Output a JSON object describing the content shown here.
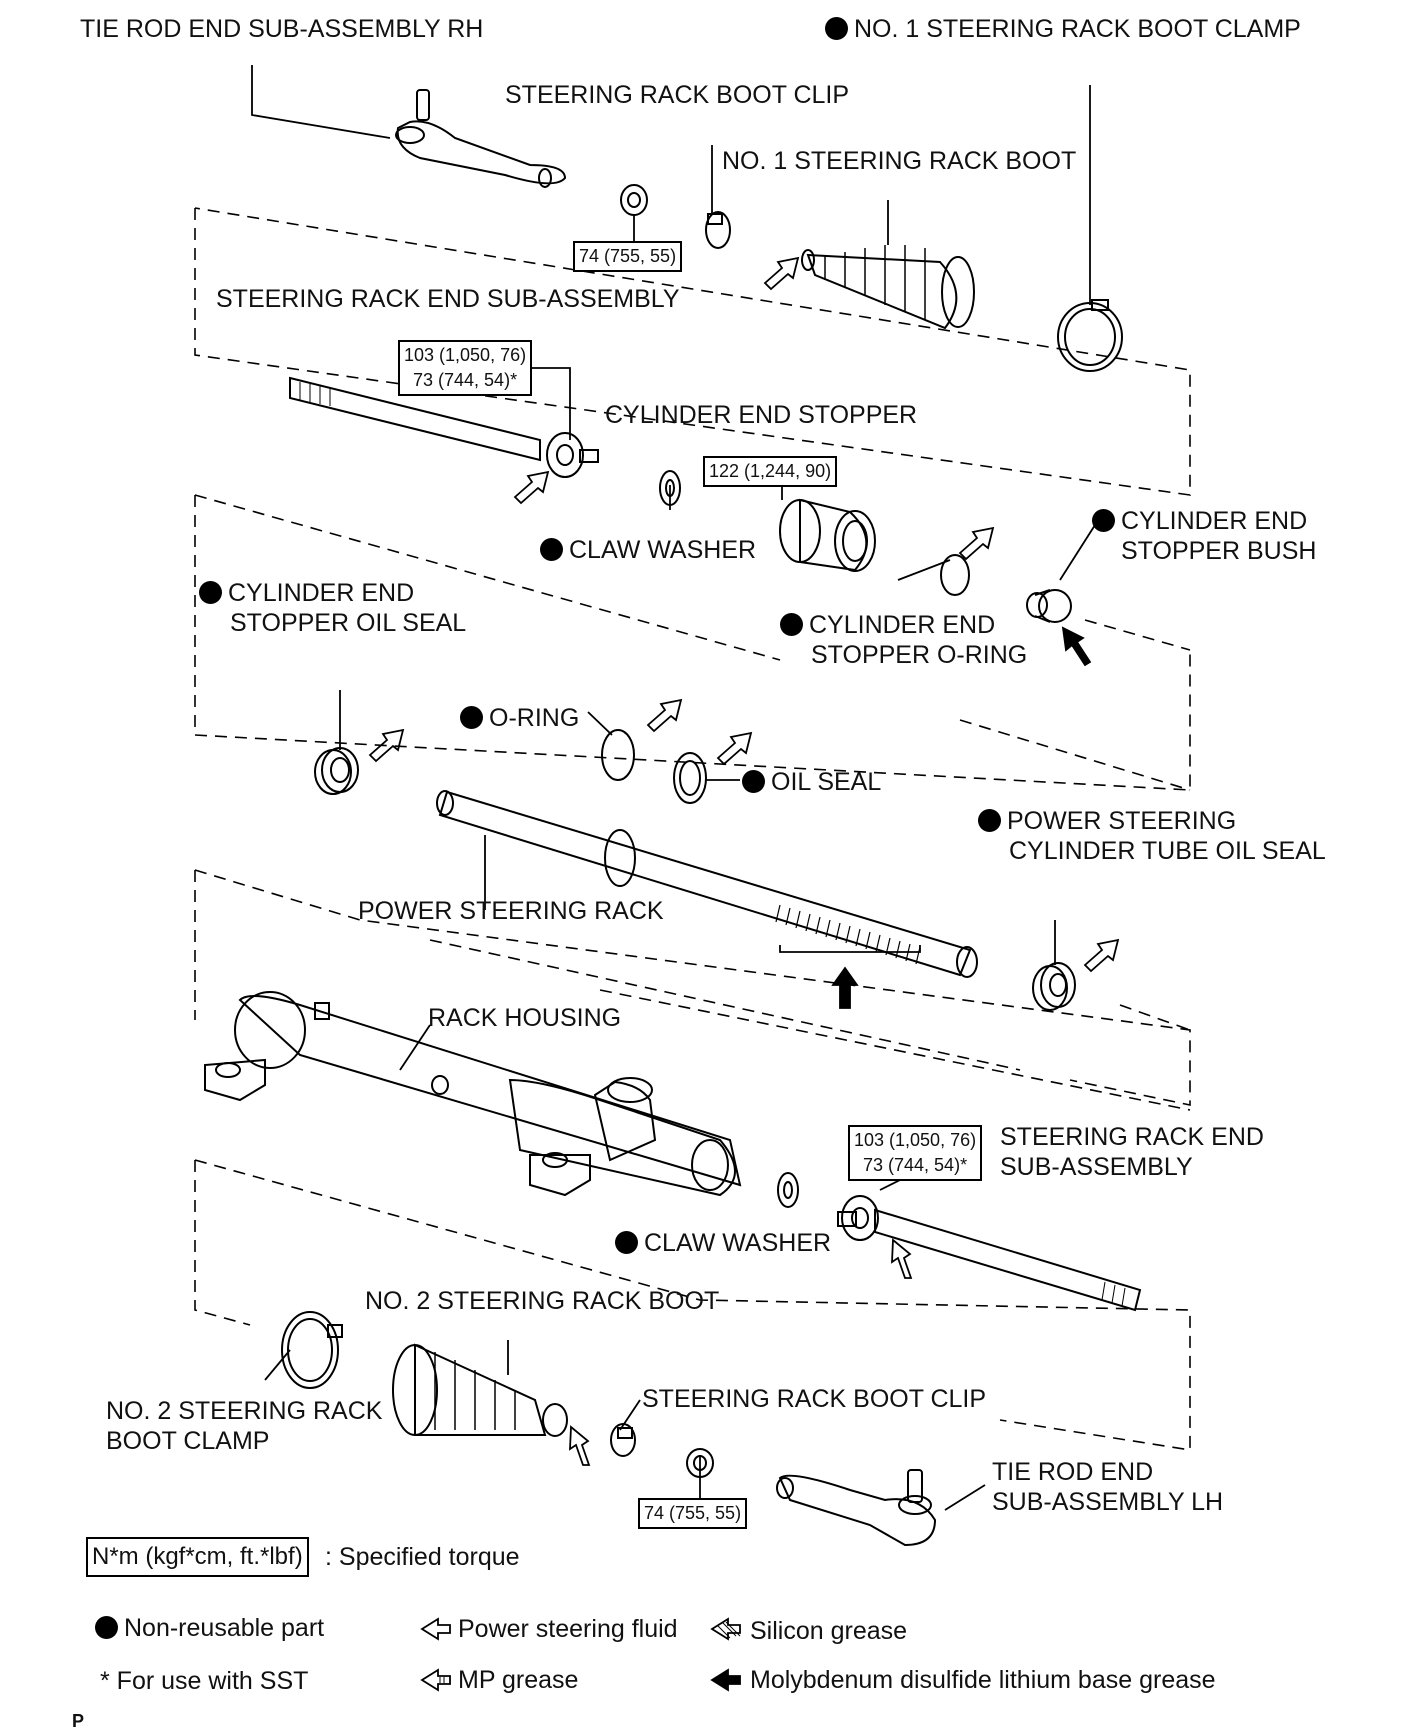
{
  "labels": {
    "tie_rod_rh": "TIE ROD END SUB-ASSEMBLY RH",
    "boot_clamp_1": "NO. 1 STEERING RACK BOOT CLAMP",
    "boot_clip_1": "STEERING RACK BOOT CLIP",
    "rack_boot_1": "NO. 1 STEERING RACK BOOT",
    "rack_end_1": "STEERING RACK END SUB-ASSEMBLY",
    "cyl_end_stopper": "CYLINDER END STOPPER",
    "claw_washer_1": "CLAW WASHER",
    "cyl_bush_1": "CYLINDER END",
    "cyl_bush_2": "STOPPER BUSH",
    "cyl_oil_seal_1": "CYLINDER END",
    "cyl_oil_seal_2": "STOPPER OIL SEAL",
    "cyl_oring_1": "CYLINDER END",
    "cyl_oring_2": "STOPPER O-RING",
    "o_ring": "O-RING",
    "oil_seal": "OIL SEAL",
    "tube_seal_1": "POWER STEERING",
    "tube_seal_2": "CYLINDER TUBE OIL SEAL",
    "power_rack": "POWER STEERING RACK",
    "rack_housing": "RACK HOUSING",
    "rack_end_2a": "STEERING RACK END",
    "rack_end_2b": "SUB-ASSEMBLY",
    "claw_washer_2": "CLAW WASHER",
    "rack_boot_2": "NO. 2 STEERING RACK BOOT",
    "boot_clamp_2a": "NO. 2 STEERING RACK",
    "boot_clamp_2b": "BOOT CLAMP",
    "boot_clip_2": "STEERING RACK BOOT CLIP",
    "tie_rod_lh_1": "TIE ROD END",
    "tie_rod_lh_2": "SUB-ASSEMBLY LH"
  },
  "torques": {
    "nut_upper": "74 (755, 55)",
    "rack_end_upper_a": "103 (1,050, 76)",
    "rack_end_upper_b": "73 (744, 54)*",
    "stopper": "122 (1,244, 90)",
    "rack_end_lower_a": "103 (1,050, 76)",
    "rack_end_lower_b": "73 (744, 54)*",
    "nut_lower": "74 (755, 55)"
  },
  "legend": {
    "torque_unit": "N*m (kgf*cm, ft.*lbf)",
    "torque_text": ": Specified torque",
    "non_reusable": "Non-reusable part",
    "sst": "* For use with SST",
    "ps_fluid": "Power steering fluid",
    "mp_grease": "MP grease",
    "silicon": "Silicon grease",
    "moly": "Molybdenum disulfide lithium base grease",
    "footer": "P"
  }
}
